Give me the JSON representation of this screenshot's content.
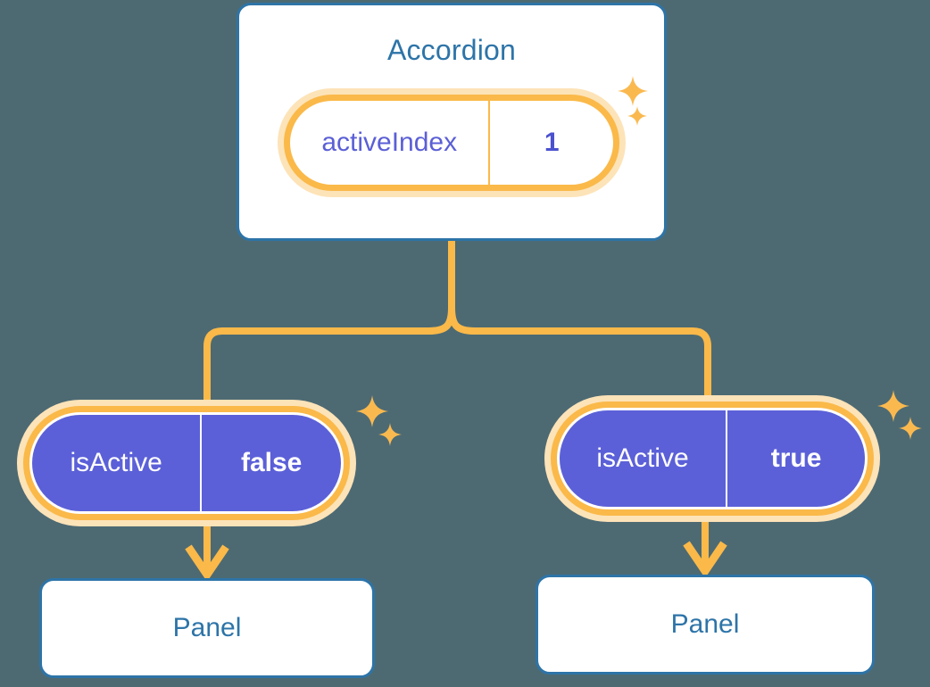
{
  "diagram": {
    "background_color": "#4d6a73",
    "accent_orange": "#fab949",
    "accent_orange_soft": "#fde3b8",
    "accent_blue": "#2d74a8",
    "accent_purple": "#5b60d8"
  },
  "root": {
    "title": "Accordion",
    "state_pill": {
      "key": "activeIndex",
      "value": "1"
    },
    "sparkle_big": "sparkle-icon",
    "sparkle_small": "sparkle-icon"
  },
  "branches": [
    {
      "prop_pill": {
        "key": "isActive",
        "value": "false"
      },
      "child": {
        "title": "Panel"
      },
      "sparkle_big": "sparkle-icon",
      "sparkle_small": "sparkle-icon"
    },
    {
      "prop_pill": {
        "key": "isActive",
        "value": "true"
      },
      "child": {
        "title": "Panel"
      },
      "sparkle_big": "sparkle-icon",
      "sparkle_small": "sparkle-icon"
    }
  ],
  "connectors": {
    "trunk": "vertical-line",
    "split": "tree-fork",
    "arrow_left": "down-arrow-icon",
    "arrow_right": "down-arrow-icon"
  }
}
